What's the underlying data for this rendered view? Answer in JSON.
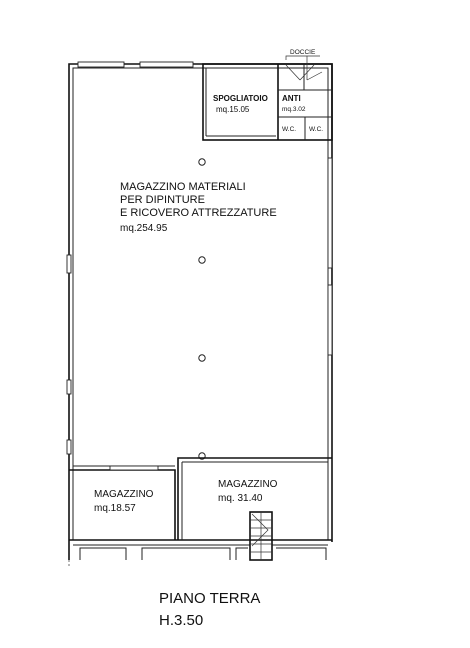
{
  "plan": {
    "rooms": {
      "storage_main": {
        "line1": "MAGAZZINO MATERIALI",
        "line2": "PER DIPINTURE",
        "line3": "E RICOVERO ATTREZZATURE",
        "area": "mq.254.95"
      },
      "locker_room": {
        "name": "SPOGLIATOIO",
        "area": "mq.15.05"
      },
      "anteroom": {
        "name": "ANTI",
        "area": "mq.3.02"
      },
      "wc_left": {
        "name": "W.C."
      },
      "wc_right": {
        "name": "W.C."
      },
      "showers": {
        "name": "DOCCIE"
      },
      "storage_left": {
        "name": "MAGAZZINO",
        "area": "mq.18.57"
      },
      "storage_right": {
        "name": "MAGAZZINO",
        "area": "mq. 31.40"
      }
    },
    "caption": {
      "floor": "PIANO TERRA",
      "height": "H.3.50"
    }
  }
}
